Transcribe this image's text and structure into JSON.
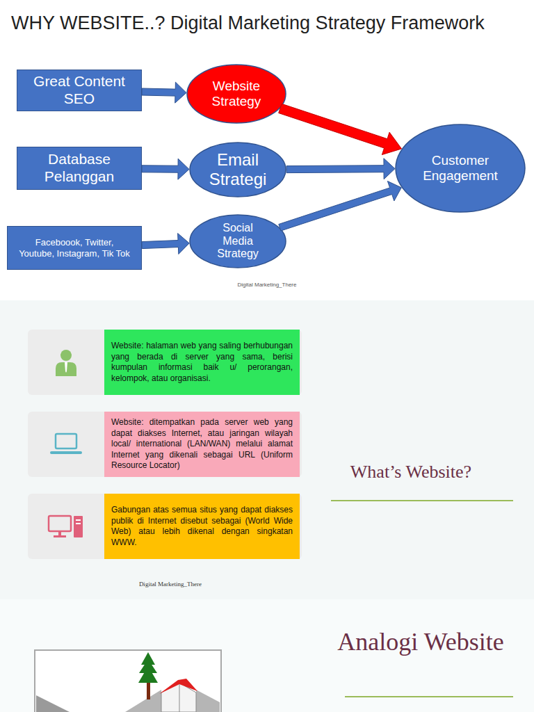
{
  "diagram": {
    "title": "WHY WEBSITE..? Digital Marketing Strategy Framework",
    "nodes": [
      {
        "text": [
          "Great Content SEO"
        ]
      },
      {
        "text": [
          "Website Strategy"
        ]
      },
      {
        "text": [
          "Database Pelanggan"
        ]
      },
      {
        "text": [
          "Email Strategi"
        ]
      },
      {
        "text": [
          "Customer Engagement"
        ]
      },
      {
        "text": [
          "Faceboook, Twitter, Youtube, Instagram, Tik Tok"
        ]
      },
      {
        "text": [
          "Social Media Strategy"
        ]
      },
      {
        "text": [
          "Website: halaman web yang saling berhubungan yang berada di server yang sama, berisi kumpulan informasi baik u/ perorangan, kelompok, atau organisasi."
        ]
      },
      {
        "text": [
          "Website: ditempatkan pada server web yang dapat diakses Internet, atau jaringan wilayah local/ international (LAN/WAN) melalui alamat Internet yang dikenali sebagai URL (Uniform Resource Locator)"
        ]
      },
      {
        "text": [
          "Gabungan atas semua situs yang dapat diakses publik di Internet disebut sebagai (World Wide Web) atau lebih dikenal dengan singkatan WWW."
        ]
      }
    ],
    "edges": [
      {
        "from": 0,
        "to": 1,
        "arrow": "to"
      },
      {
        "from": 1,
        "to": 4,
        "arrow": "to"
      },
      {
        "from": 2,
        "to": 3,
        "arrow": "to"
      },
      {
        "from": 3,
        "to": 4,
        "arrow": "to"
      },
      {
        "from": 5,
        "to": 6,
        "arrow": "to"
      },
      {
        "from": 6,
        "to": 4,
        "arrow": "to"
      }
    ],
    "labels": [
      "Digital Marketing_There",
      "What’s Website?",
      "Digital Marketing_There",
      "Analogi Website"
    ]
  }
}
